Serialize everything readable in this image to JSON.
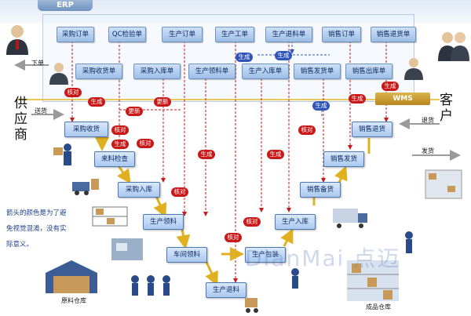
{
  "header": {
    "erp_label": "ERP"
  },
  "actors": {
    "supplier": "供应商",
    "customer": "客户",
    "order_in": "下单",
    "deliver_supplier": "送货",
    "return_goods": "退货",
    "ship": "发货"
  },
  "erp_docs": {
    "purchase_order": "采购订单",
    "qc_check_doc": "QC检验单",
    "production_order": "生产订单",
    "production_work_order": "生产工单",
    "production_return_doc": "生产退料单",
    "sales_order": "销售订单",
    "sales_return_doc": "销售退货单",
    "purchase_receipt_doc": "采购收货单",
    "purchase_inbound_doc": "采购入库单",
    "production_pick_doc": "生产领料单",
    "production_inbound_doc": "生产入库单",
    "sales_issue_doc": "销售发货单",
    "sales_outbound_doc": "销售出库单"
  },
  "process": {
    "purchase_receive": "采购收货",
    "incoming_inspection": "来料检查",
    "purchase_inbound": "采购入库",
    "production_pick": "生产领料",
    "workshop_pick": "车间领料",
    "production_return": "生产退料",
    "production_pack": "生产包装",
    "production_inbound": "生产入库",
    "sales_prepare": "销售备货",
    "sales_issue": "销售发货",
    "sales_return": "销售退货"
  },
  "badges": {
    "verify": "核对",
    "generate": "生成",
    "update": "更新"
  },
  "wms": "WMS",
  "note": "箭头的颜色是为了避免视觉混淆，没有实际意义。",
  "warehouses": {
    "raw": "原料仓库",
    "finished": "成品仓库"
  },
  "watermark": "DianMai 点迈"
}
